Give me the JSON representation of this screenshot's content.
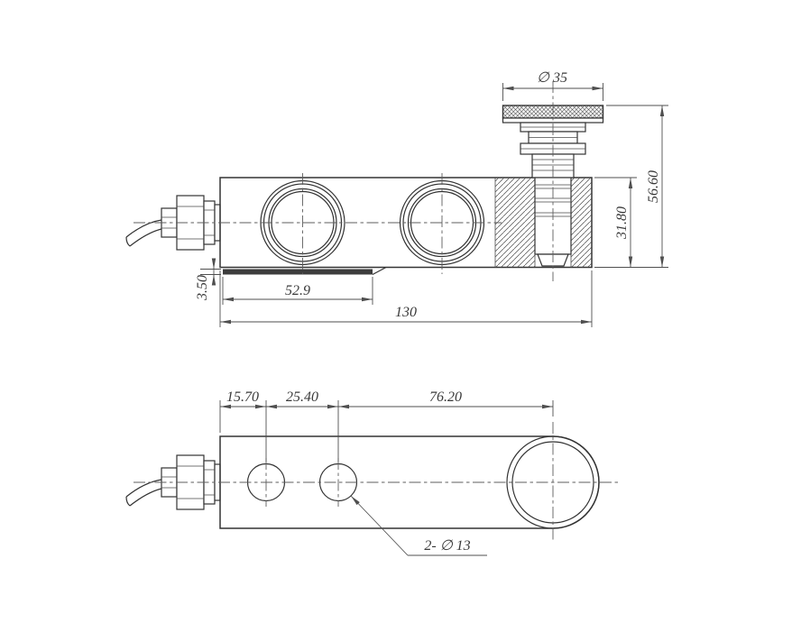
{
  "drawing": {
    "top_view": {
      "dim_cap_diameter": "∅ 35",
      "dim_total_height": "56.60",
      "dim_body_height": "31.80",
      "dim_gap": "3.50",
      "dim_slot_length": "52.9",
      "dim_overall_length": "130"
    },
    "bottom_view": {
      "dim_hole1_offset": "15.70",
      "dim_hole_spacing": "25.40",
      "dim_button_offset": "76.20",
      "label_bolt_holes": "2- ∅ 13"
    }
  }
}
